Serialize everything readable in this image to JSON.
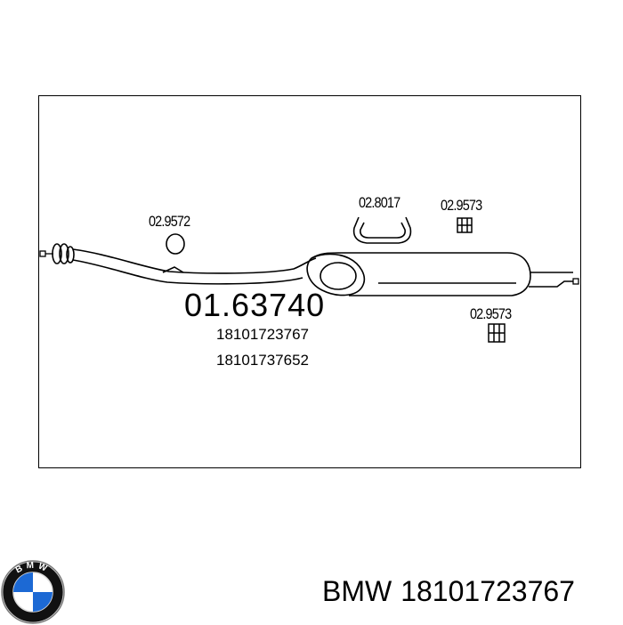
{
  "diagram": {
    "part_number": "01.63740",
    "oem_numbers": [
      "18101723767",
      "18101737652"
    ],
    "components": [
      {
        "code": "02.9572"
      },
      {
        "code": "02.8017"
      },
      {
        "code": "02.9573"
      },
      {
        "code": "02.9573"
      }
    ]
  },
  "footer": {
    "brand": "BMW",
    "part": "18101723767",
    "logo_letters": "BMW"
  },
  "colors": {
    "line": "#000000",
    "logo_blue": "#1c69d4",
    "logo_ring": "#111111"
  }
}
